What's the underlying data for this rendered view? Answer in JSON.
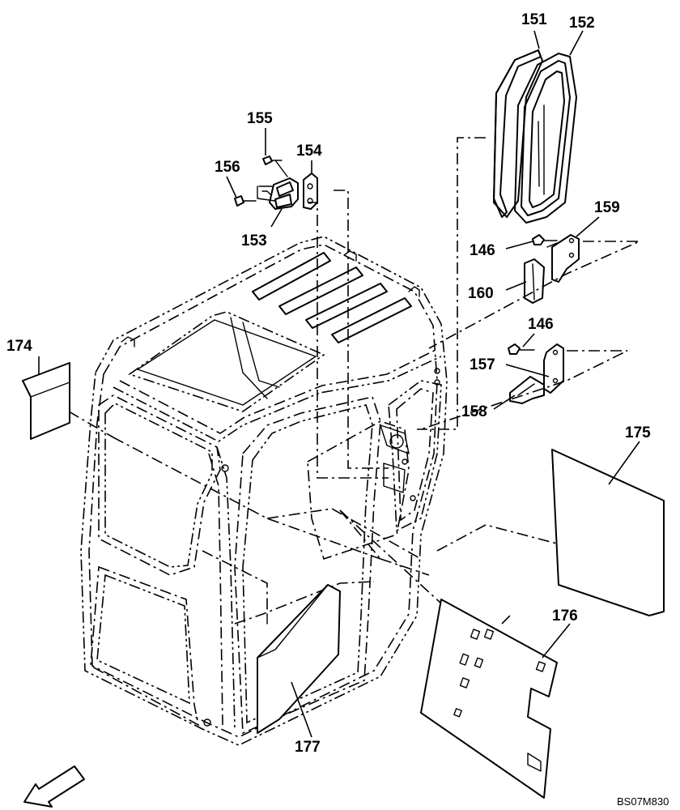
{
  "drawing_code": "BS07M830",
  "callouts": {
    "p151": "151",
    "p152": "152",
    "p153": "153",
    "p154": "154",
    "p155": "155",
    "p156": "156",
    "p157": "157",
    "p158": "158",
    "p159": "159",
    "p160": "160",
    "p146a": "146",
    "p146b": "146",
    "p174": "174",
    "p175": "175",
    "p176": "176",
    "p177": "177"
  }
}
